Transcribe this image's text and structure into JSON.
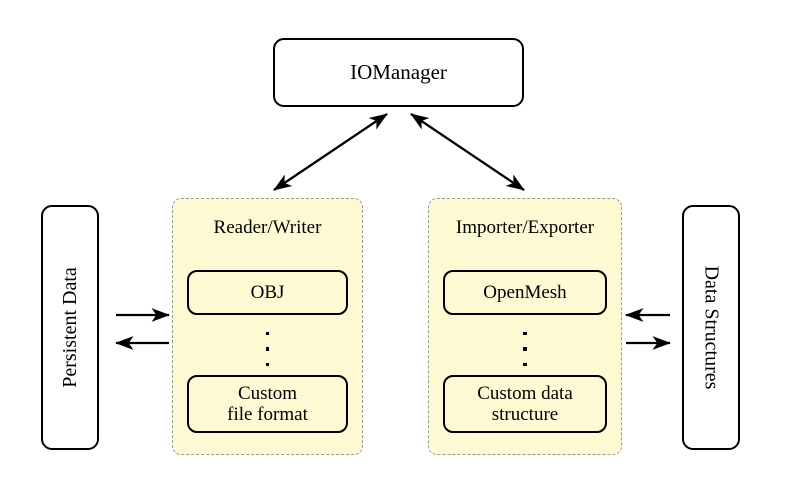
{
  "diagram": {
    "title_node": {
      "label": "IOManager"
    },
    "left_endpoint": {
      "label": "Persistent Data"
    },
    "right_endpoint": {
      "label": "Data Structures"
    },
    "panels": [
      {
        "name": "reader-writer",
        "title": "Reader/Writer",
        "items": [
          {
            "label": "OBJ"
          },
          {
            "label": "Custom\nfile format",
            "line1": "Custom",
            "line2": "file format"
          }
        ],
        "ellipsis": "⋮"
      },
      {
        "name": "importer-exporter",
        "title": "Importer/Exporter",
        "items": [
          {
            "label": "OpenMesh"
          },
          {
            "label": "Custom data\nstructure",
            "line1": "Custom data",
            "line2": "structure"
          }
        ],
        "ellipsis": "⋮"
      }
    ],
    "colors": {
      "panel_fill": "#fcf9d3",
      "panel_border": "#9a9a8d",
      "node_border": "#000000",
      "arrow": "#000000",
      "background": "#ffffff"
    },
    "connections": [
      {
        "name": "iomanager-to-reader-writer",
        "kind": "double-arrow",
        "from": "IOManager",
        "to": "Reader/Writer"
      },
      {
        "name": "iomanager-to-importer-exporter",
        "kind": "double-arrow",
        "from": "IOManager",
        "to": "Importer/Exporter"
      },
      {
        "name": "persistent-data-to-reader-writer",
        "kind": "arrow-right",
        "from": "Persistent Data",
        "to": "Reader/Writer"
      },
      {
        "name": "reader-writer-to-persistent-data",
        "kind": "arrow-left",
        "from": "Reader/Writer",
        "to": "Persistent Data"
      },
      {
        "name": "data-structures-to-importer-exporter",
        "kind": "arrow-left",
        "from": "Data Structures",
        "to": "Importer/Exporter"
      },
      {
        "name": "importer-exporter-to-data-structures",
        "kind": "arrow-right",
        "from": "Importer/Exporter",
        "to": "Data Structures"
      }
    ]
  }
}
